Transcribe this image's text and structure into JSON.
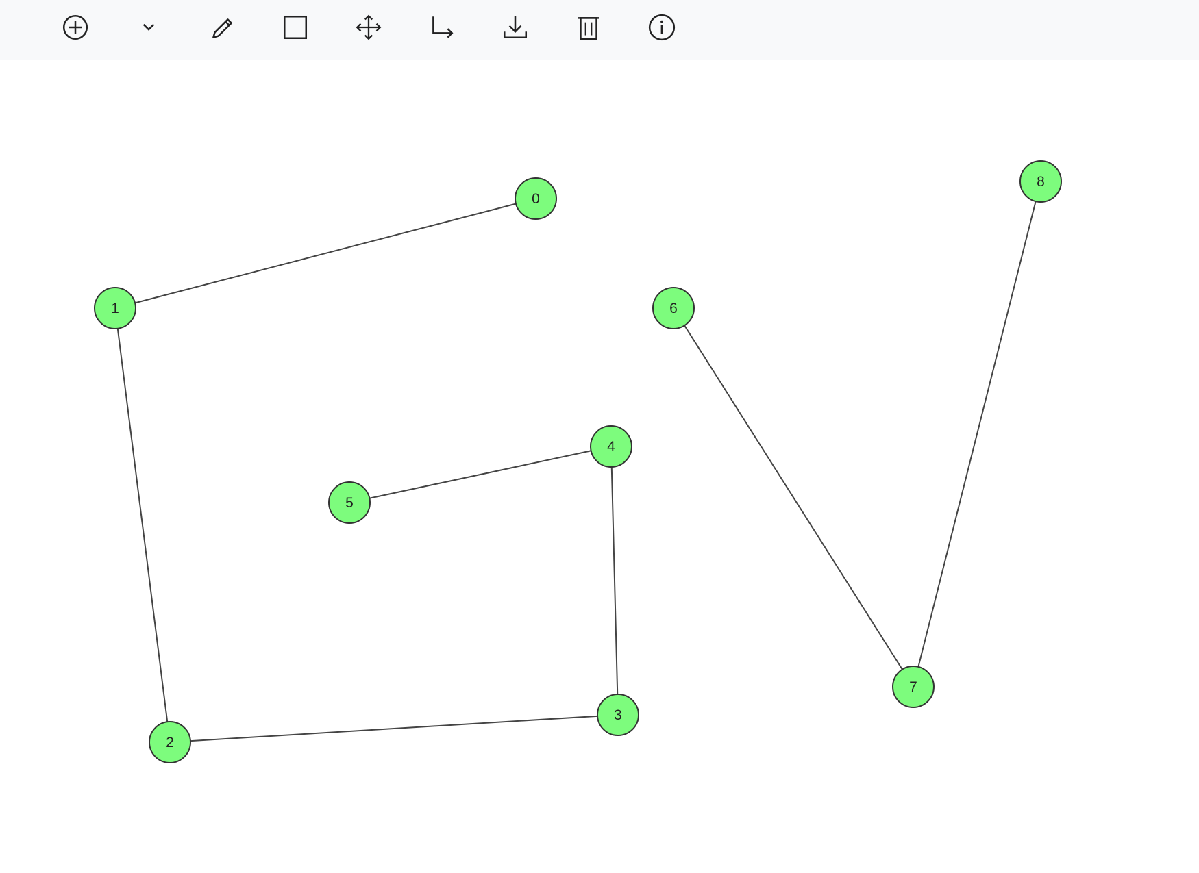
{
  "toolbar": {
    "tools": [
      {
        "name": "add-node-icon"
      },
      {
        "name": "chevron-down-icon"
      },
      {
        "name": "pencil-icon"
      },
      {
        "name": "square-icon"
      },
      {
        "name": "move-icon"
      },
      {
        "name": "arrow-turn-right-icon"
      },
      {
        "name": "download-icon"
      },
      {
        "name": "trash-icon"
      },
      {
        "name": "info-icon"
      }
    ]
  },
  "colors": {
    "node_fill": "#7dfc7d",
    "node_stroke": "#333333",
    "edge": "#444444",
    "toolbar_bg": "#f8f9fa",
    "icon": "#222222"
  },
  "graph": {
    "nodes": [
      {
        "id": "0",
        "label": "0"
      },
      {
        "id": "1",
        "label": "1"
      },
      {
        "id": "2",
        "label": "2"
      },
      {
        "id": "3",
        "label": "3"
      },
      {
        "id": "4",
        "label": "4"
      },
      {
        "id": "5",
        "label": "5"
      },
      {
        "id": "6",
        "label": "6"
      },
      {
        "id": "7",
        "label": "7"
      },
      {
        "id": "8",
        "label": "8"
      }
    ],
    "edges": [
      {
        "from": "0",
        "to": "1"
      },
      {
        "from": "1",
        "to": "2"
      },
      {
        "from": "2",
        "to": "3"
      },
      {
        "from": "3",
        "to": "4"
      },
      {
        "from": "4",
        "to": "5"
      },
      {
        "from": "6",
        "to": "7"
      },
      {
        "from": "7",
        "to": "8"
      }
    ]
  }
}
